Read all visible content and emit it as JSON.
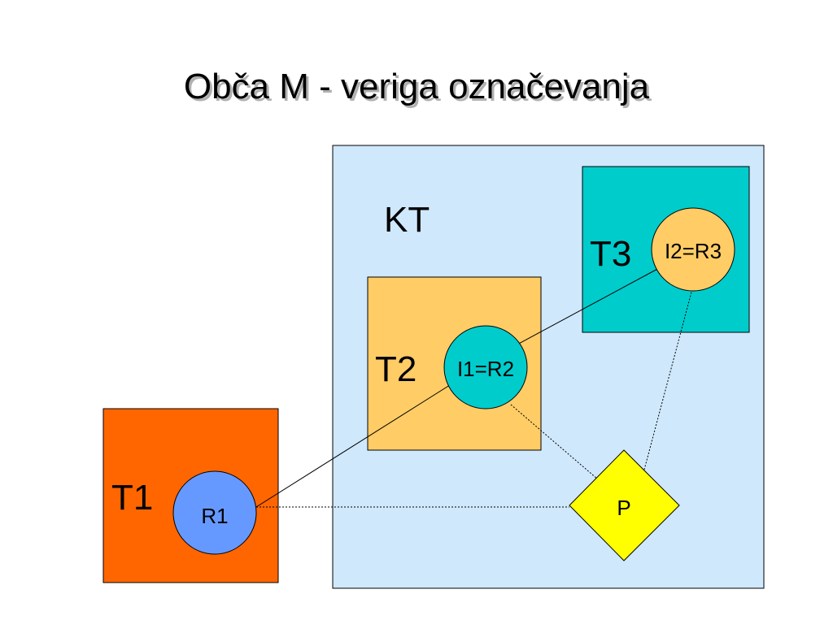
{
  "slide": {
    "title": "Obča M - veriga označevanja"
  },
  "diagram": {
    "regions": {
      "kt": {
        "label": "KT",
        "color": "#cfe8fc"
      },
      "t1": {
        "label": "T1",
        "color": "#ff6600"
      },
      "t2": {
        "label": "T2",
        "color": "#ffcc66"
      },
      "t3": {
        "label": "T3",
        "color": "#00cccc"
      }
    },
    "nodes": {
      "r1": {
        "label": "R1",
        "color": "#6699ff"
      },
      "i1r2": {
        "label": "I1=R2",
        "color": "#00cccc"
      },
      "i2r3": {
        "label": "I2=R3",
        "color": "#ffcc66"
      },
      "p": {
        "label": "P",
        "color": "#ffff00"
      }
    },
    "edges": [
      {
        "from": "R1",
        "to": "I1=R2",
        "style": "solid"
      },
      {
        "from": "I1=R2",
        "to": "I2=R3",
        "style": "solid"
      },
      {
        "from": "R1",
        "to": "P",
        "style": "dotted"
      },
      {
        "from": "I1=R2",
        "to": "P",
        "style": "dotted"
      },
      {
        "from": "I2=R3",
        "to": "P",
        "style": "dotted"
      }
    ]
  }
}
